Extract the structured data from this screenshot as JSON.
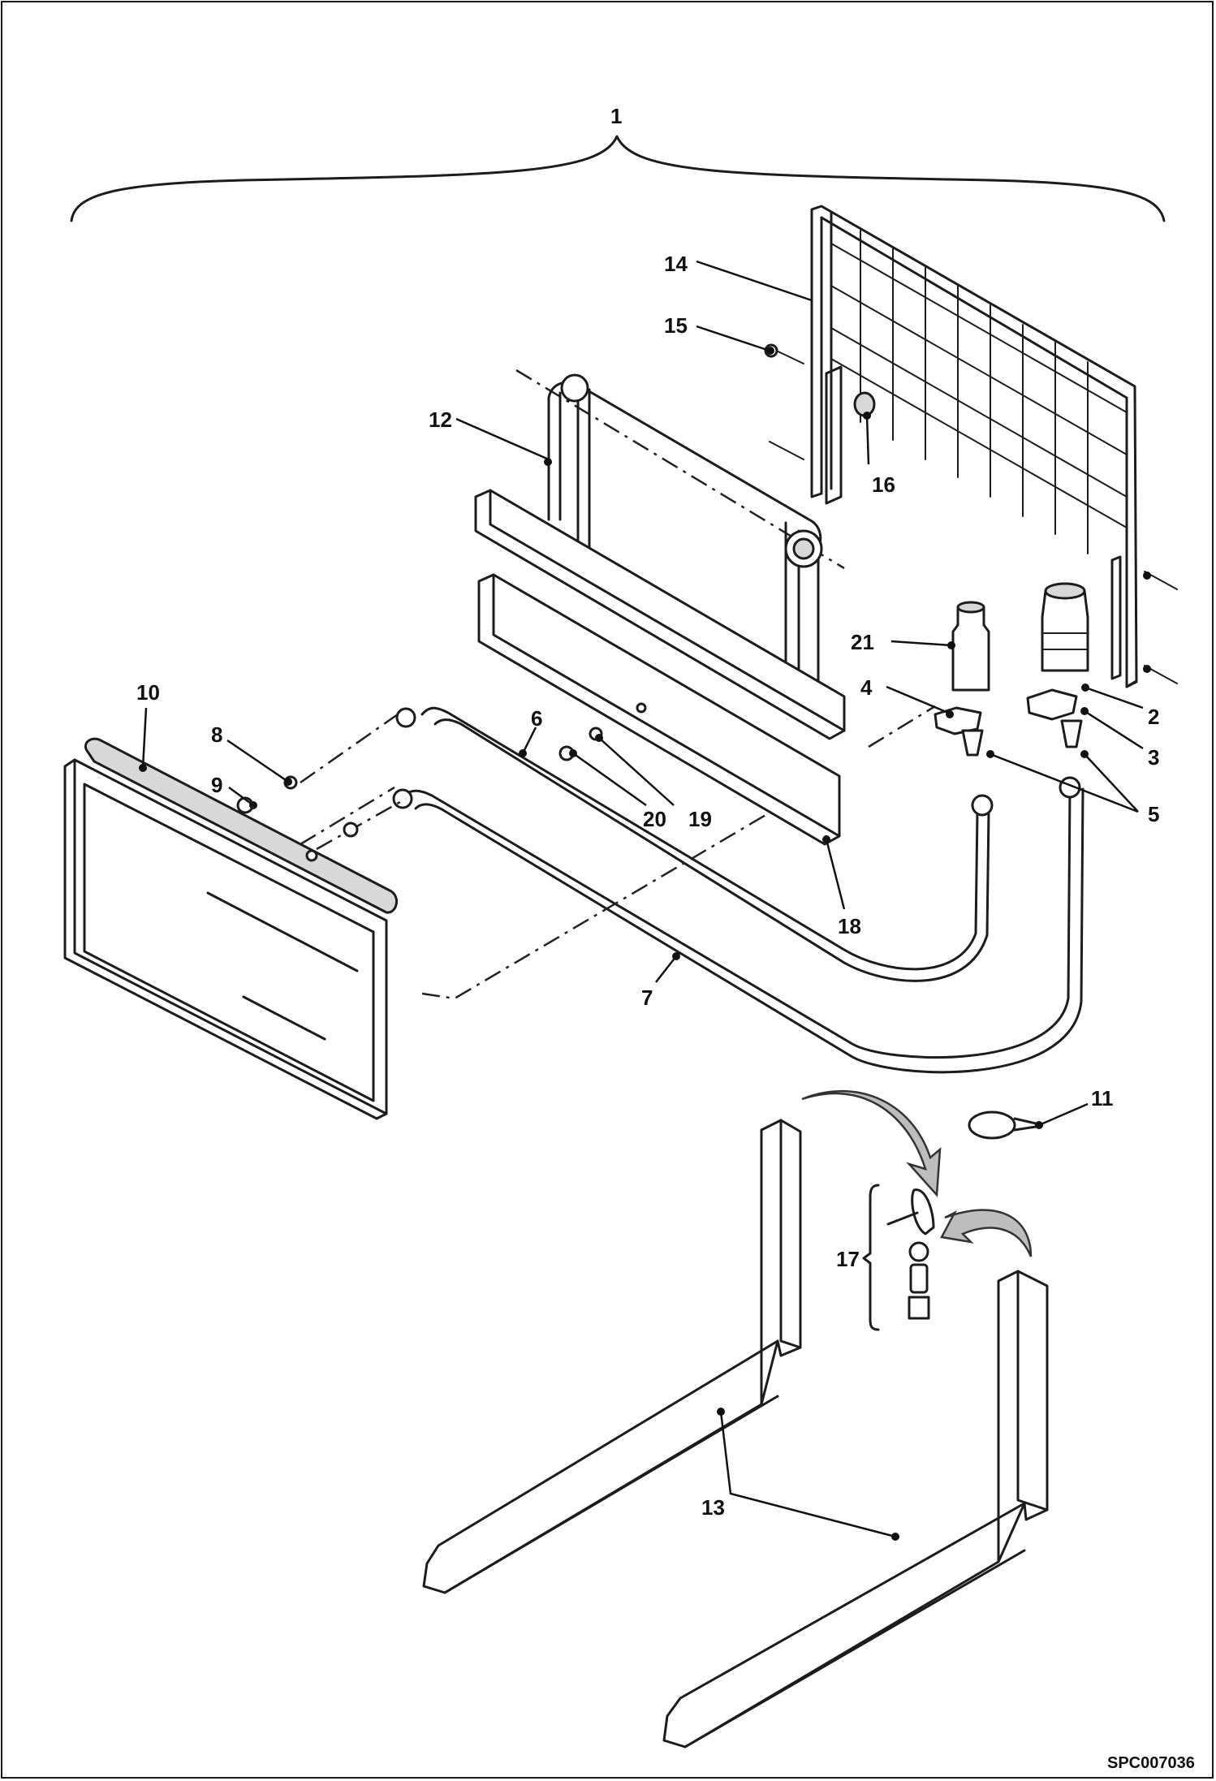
{
  "figure": {
    "doc_id": "SPC007036",
    "callouts": {
      "c1": "1",
      "c2": "2",
      "c3": "3",
      "c4": "4",
      "c5": "5",
      "c6": "6",
      "c7": "7",
      "c8": "8",
      "c9": "9",
      "c10": "10",
      "c11": "11",
      "c12": "12",
      "c13": "13",
      "c14": "14",
      "c15": "15",
      "c16": "16",
      "c17": "17",
      "c18": "18",
      "c19": "19",
      "c20": "20",
      "c21": "21"
    }
  }
}
